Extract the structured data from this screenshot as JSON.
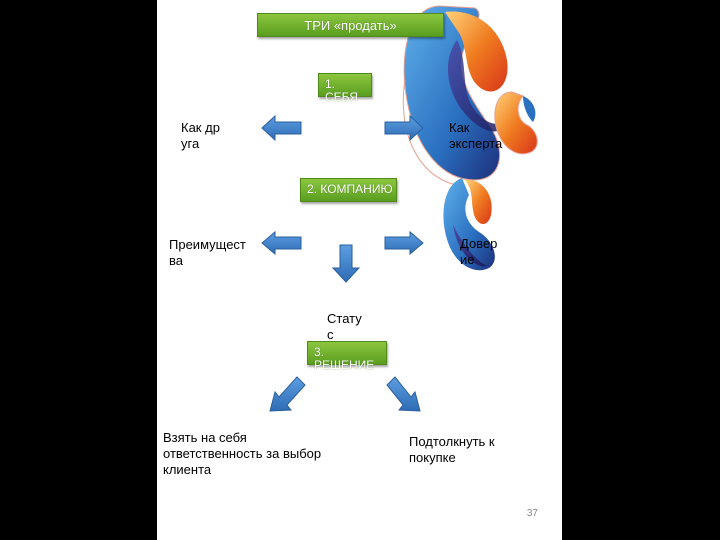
{
  "title": "ТРИ «продать»",
  "steps": [
    {
      "label": "1. СЕБЯ"
    },
    {
      "label": "2. КОМПАНИЮ"
    },
    {
      "label": "3. РЕШЕНИЕ"
    }
  ],
  "labels": {
    "friend": "Как друга",
    "expert": "Как эксперта",
    "advantages": "Преимущества",
    "trust": "Доверие",
    "status": "Статус",
    "responsibility": "Взять на себя ответственность за выбор клиента",
    "push": "Подтолкнуть к покупке"
  },
  "page_number": "37",
  "colors": {
    "box_green": "#6aaa2a",
    "arrow_blue": "#3b7fc4",
    "logo_orange": "#f07c20",
    "logo_blue": "#2a6fc0"
  }
}
